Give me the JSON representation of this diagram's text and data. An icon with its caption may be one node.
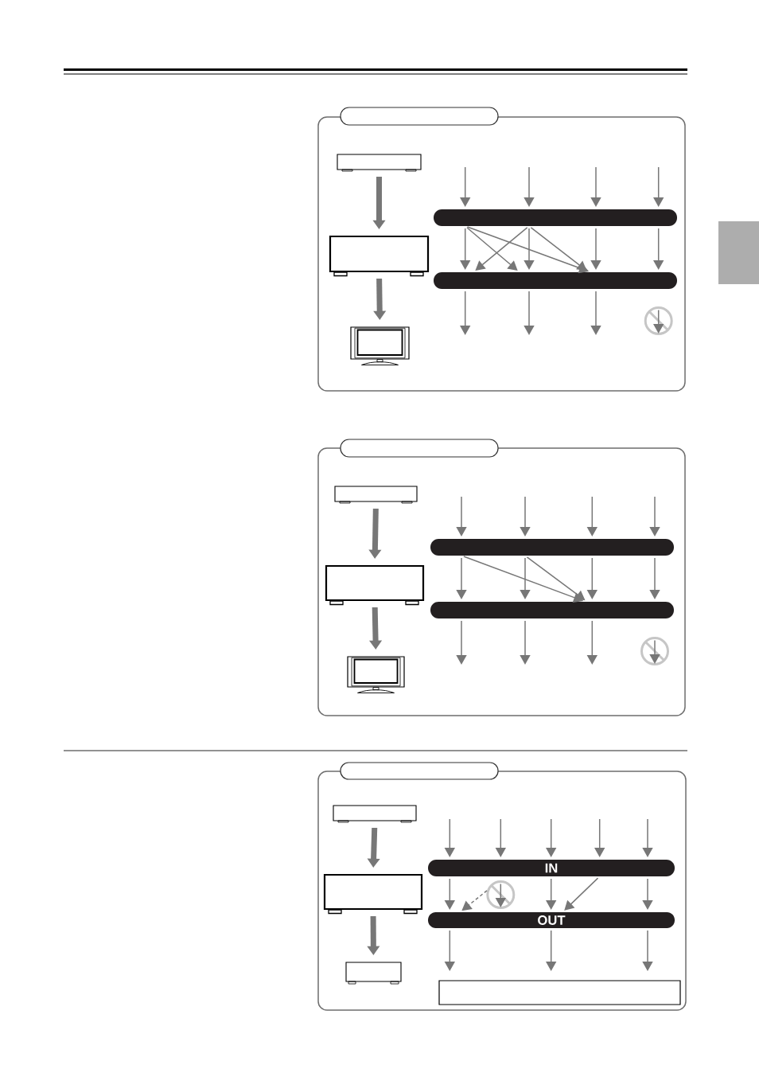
{
  "diagram": {
    "nodes": [
      {
        "text": [],
        "shape": "box"
      },
      {
        "text": [],
        "shape": "box"
      },
      {
        "text": [],
        "shape": "box",
        "in": 1
      },
      {
        "text": [],
        "shape": "box",
        "in": 1
      },
      {
        "text": [],
        "shape": "picture",
        "in": 1
      },
      {
        "text": [],
        "shape": "bar",
        "in": 1
      },
      {
        "text": [],
        "shape": "bar",
        "in": 1
      },
      {
        "text": [],
        "shape": "circle",
        "in": 1
      },
      {
        "text": [],
        "shape": "box"
      },
      {
        "text": [],
        "shape": "box"
      },
      {
        "text": [],
        "shape": "box",
        "in": 9
      },
      {
        "text": [],
        "shape": "box",
        "in": 9
      },
      {
        "text": [],
        "shape": "picture",
        "in": 9
      },
      {
        "text": [],
        "shape": "bar",
        "in": 9
      },
      {
        "text": [],
        "shape": "bar",
        "in": 9
      },
      {
        "text": [],
        "shape": "circle",
        "in": 9
      },
      {
        "text": [],
        "shape": "box"
      },
      {
        "text": [],
        "shape": "box"
      },
      {
        "text": [],
        "shape": "box",
        "in": 17
      },
      {
        "text": [],
        "shape": "box",
        "in": 17
      },
      {
        "text": [],
        "shape": "box",
        "in": 17
      },
      {
        "text": [
          "IN"
        ],
        "in": 17
      },
      {
        "text": [],
        "shape": "circle",
        "in": 17
      },
      {
        "text": [
          "OUT"
        ],
        "in": 17
      },
      {
        "text": [],
        "shape": "box",
        "in": 17
      }
    ],
    "edges": [
      {
        "from": 2,
        "to": 3,
        "arrow": "to",
        "style": "thick"
      },
      {
        "from": 3,
        "to": 4,
        "arrow": "to",
        "style": "thick"
      },
      {
        "from": null,
        "to": 5,
        "arrow": "to"
      },
      {
        "from": null,
        "to": 5,
        "arrow": "to"
      },
      {
        "from": null,
        "to": 5,
        "arrow": "to"
      },
      {
        "from": null,
        "to": 5,
        "arrow": "to"
      },
      {
        "from": 5,
        "to": 6,
        "arrow": "to"
      },
      {
        "from": 5,
        "to": 6,
        "arrow": "to"
      },
      {
        "from": 5,
        "to": 6,
        "arrow": "to"
      },
      {
        "from": 5,
        "to": 6,
        "arrow": "to"
      },
      {
        "from": 5,
        "to": 6,
        "arrow": "to"
      },
      {
        "from": 5,
        "to": 6,
        "arrow": "to"
      },
      {
        "from": 5,
        "to": 6,
        "arrow": "to"
      },
      {
        "from": 5,
        "to": 6,
        "arrow": "to"
      },
      {
        "from": 6,
        "to": null,
        "arrow": "to"
      },
      {
        "from": 6,
        "to": null,
        "arrow": "to"
      },
      {
        "from": 6,
        "to": null,
        "arrow": "to"
      },
      {
        "from": 10,
        "to": 11,
        "arrow": "to",
        "style": "thick"
      },
      {
        "from": 11,
        "to": 12,
        "arrow": "to",
        "style": "thick"
      },
      {
        "from": null,
        "to": 13,
        "arrow": "to"
      },
      {
        "from": null,
        "to": 13,
        "arrow": "to"
      },
      {
        "from": null,
        "to": 13,
        "arrow": "to"
      },
      {
        "from": null,
        "to": 13,
        "arrow": "to"
      },
      {
        "from": 13,
        "to": 14,
        "arrow": "to"
      },
      {
        "from": 13,
        "to": 14,
        "arrow": "to"
      },
      {
        "from": 13,
        "to": 14,
        "arrow": "to"
      },
      {
        "from": 13,
        "to": 14,
        "arrow": "to"
      },
      {
        "from": 13,
        "to": 14,
        "arrow": "to"
      },
      {
        "from": 13,
        "to": 14,
        "arrow": "to"
      },
      {
        "from": 14,
        "to": null,
        "arrow": "to"
      },
      {
        "from": 14,
        "to": null,
        "arrow": "to"
      },
      {
        "from": 14,
        "to": null,
        "arrow": "to"
      },
      {
        "from": 18,
        "to": 19,
        "arrow": "to",
        "style": "thick"
      },
      {
        "from": 19,
        "to": 20,
        "arrow": "to",
        "style": "thick"
      },
      {
        "from": null,
        "to": 21,
        "arrow": "to"
      },
      {
        "from": null,
        "to": 21,
        "arrow": "to"
      },
      {
        "from": null,
        "to": 21,
        "arrow": "to"
      },
      {
        "from": null,
        "to": 21,
        "arrow": "to"
      },
      {
        "from": null,
        "to": 21,
        "arrow": "to"
      },
      {
        "from": 21,
        "to": 23,
        "arrow": "to"
      },
      {
        "from": 22,
        "to": 23,
        "arrow": "to",
        "style": "dashed"
      },
      {
        "from": 21,
        "to": 23,
        "arrow": "to"
      },
      {
        "from": 21,
        "to": 23,
        "arrow": "to"
      },
      {
        "from": 21,
        "to": 23,
        "arrow": "to"
      },
      {
        "from": 23,
        "to": 24,
        "arrow": "to"
      },
      {
        "from": 23,
        "to": 24,
        "arrow": "to"
      },
      {
        "from": 23,
        "to": 24,
        "arrow": "to"
      }
    ]
  }
}
